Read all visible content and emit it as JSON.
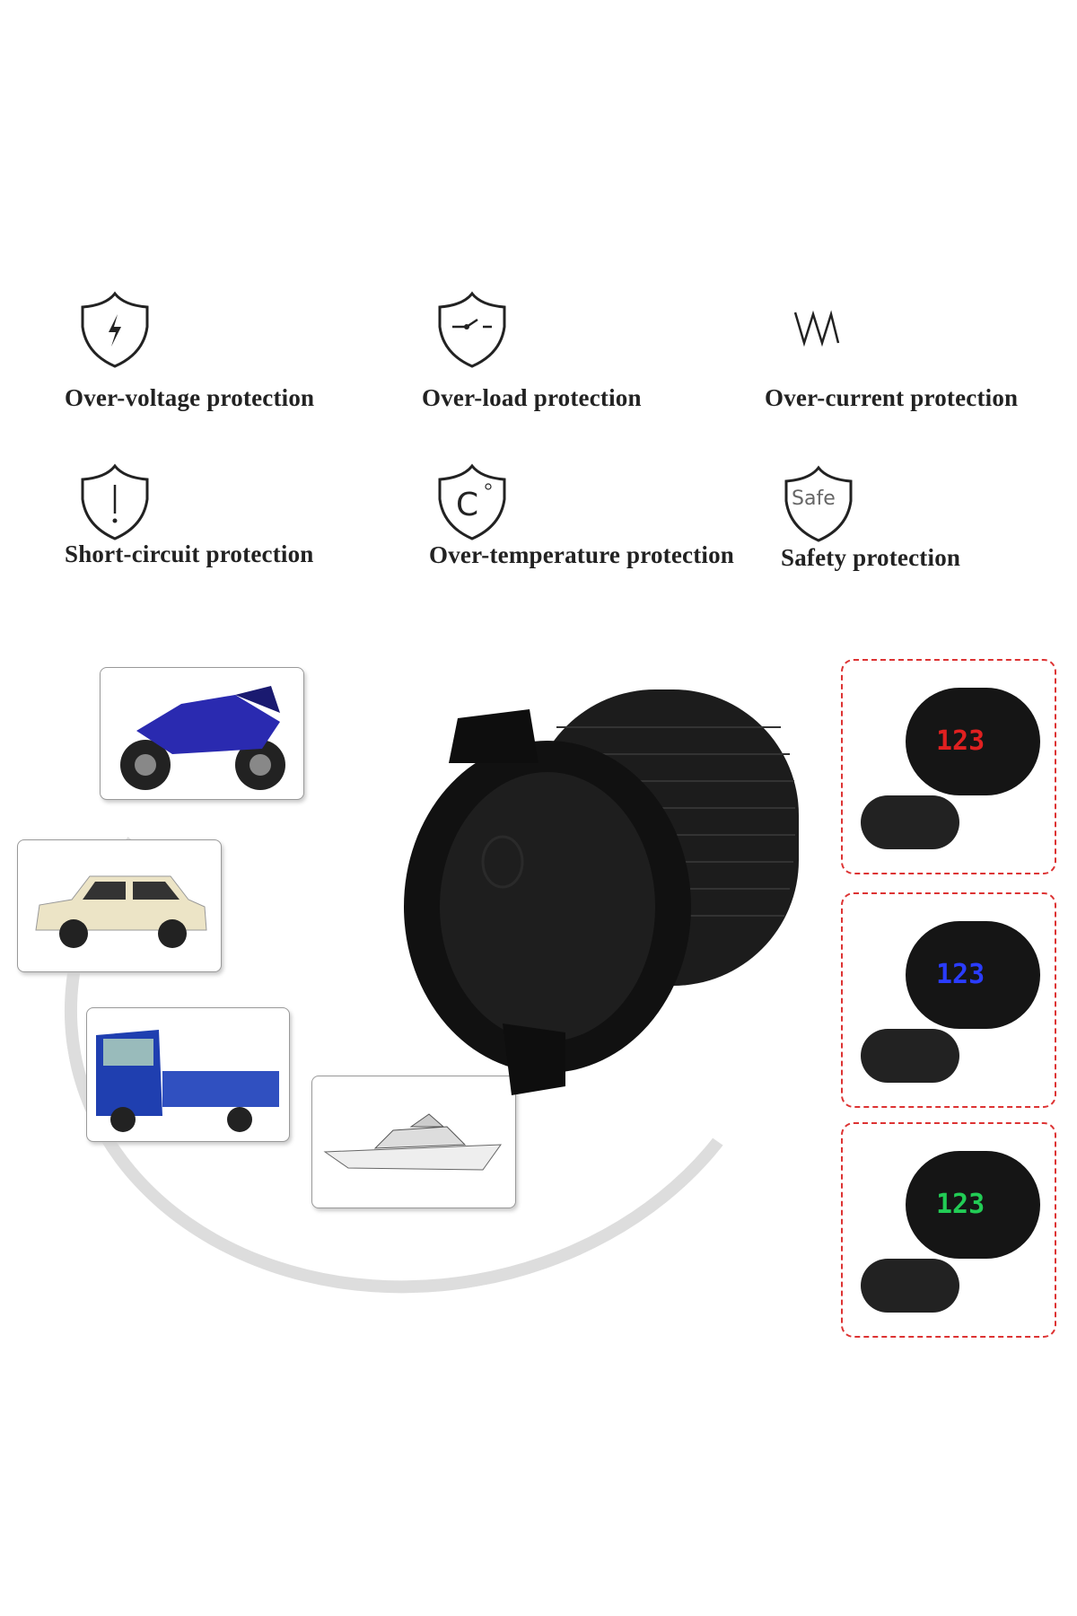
{
  "features": [
    {
      "label": "Over-voltage protection",
      "icon": "shield-lightning-icon"
    },
    {
      "label": "Over-load protection",
      "icon": "shield-switch-icon"
    },
    {
      "label": "Over-current protection",
      "icon": "zigzag-current-icon"
    },
    {
      "label": "Short-circuit protection",
      "icon": "shield-exclamation-icon"
    },
    {
      "label": "Over-temperature protection",
      "icon": "shield-celsius-icon",
      "glyph": "C"
    },
    {
      "label": "Safety protection",
      "icon": "shield-safe-icon",
      "glyph": "Safe"
    }
  ],
  "applications": [
    "motorcycle",
    "car",
    "truck",
    "yacht"
  ],
  "variants": [
    {
      "display": "123",
      "color": "#e02020"
    },
    {
      "display": "123",
      "color": "#2a3cff"
    },
    {
      "display": "123",
      "color": "#22cc55"
    }
  ]
}
